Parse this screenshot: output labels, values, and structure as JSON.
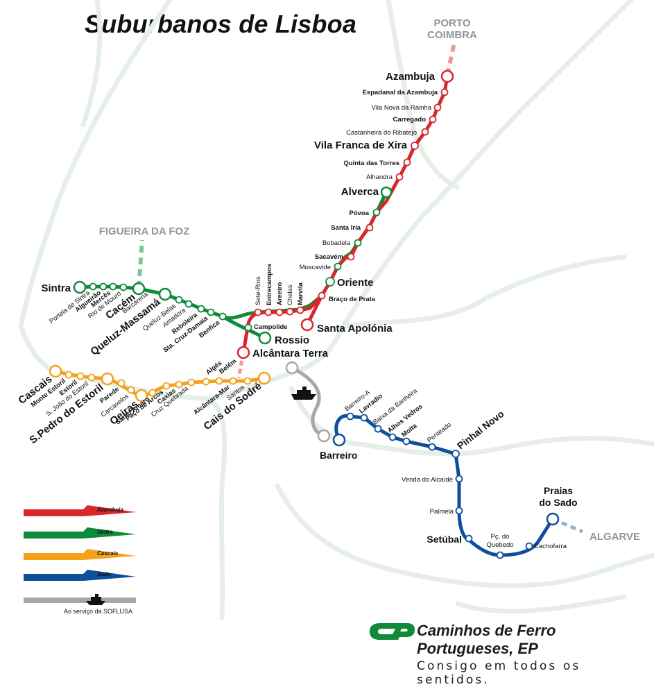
{
  "title": "Suburbanos de Lisboa",
  "colors": {
    "azambuja": "#d9262b",
    "sintra": "#0f8a3a",
    "cascais": "#f4a21c",
    "sado": "#0e4f9c",
    "ferry": "#a7a7a7",
    "land": "#e5efe8",
    "dashed_azambuja": "#ef9a9a",
    "dashed_sintra": "#7fc697",
    "dashed_sado": "#8fb2d6"
  },
  "destinations": {
    "porto_coimbra": [
      "PORTO",
      "COIMBRA"
    ],
    "figueira": "FIGUEIRA DA FOZ",
    "algarve": "ALGARVE"
  },
  "stations": {
    "azambuja": "Azambuja",
    "espadanal": "Espadanal da Azambuja",
    "vila_nova_rainha": "Vila Nova da Rainha",
    "carregado": "Carregado",
    "castanheira": "Castanheira do Ribatejo",
    "vila_franca": "Vila Franca de Xira",
    "quinta_torres": "Quinta das Torres",
    "alhandra": "Alhandra",
    "alverca": "Alverca",
    "povoa": "Póvoa",
    "santa_iria": "Santa Iria",
    "bobadela": "Bobadela",
    "sacavem": "Sacavém",
    "moscavide": "Moscavide",
    "oriente": "Oriente",
    "braco_prata": "Braço de Prata",
    "santa_apolonia": "Santa Apolónia",
    "sete_rios": "Sete-Rios",
    "entrecampos": "Entrecampos",
    "areeiro": "Areeiro",
    "chelas": "Chelas",
    "marvila": "Marvila",
    "campolide": "Campolide",
    "rossio": "Rossio",
    "alcantara_terra": "Alcântara Terra",
    "sintra": "Sintra",
    "portela_sintra": "Portela de Sintra",
    "algueirao": "Algueirão",
    "merces": "Mercês",
    "rio_mouro": "Rio de Mouro",
    "cacem": "Cacém",
    "barcarena": "Barcarena",
    "queluz_massama": "Queluz-Massamá",
    "queluz_belas": "Queluz-Belas",
    "amadora": "Amadora",
    "reboleira": "Reboleira",
    "sta_cruz_damaia": "Sta. Cruz-Damaia",
    "benfica": "Benfica",
    "cascais": "Cascais",
    "monte_estoril": "Monte Estoril",
    "estoril": "Estoril",
    "sao_joao_estoril": "S. João do Estoril",
    "sao_pedro_estoril": "S.Pedro do Estoril",
    "parede": "Parede",
    "carcavelos": "Carcavelos",
    "oeiras": "Oeiras",
    "santo_amaro": "Santo Amaro",
    "paco_arcos": "Paço de Arcos",
    "caxias": "Caxias",
    "cruz_quebrada": "Cruz Quebrada",
    "alges": "Algés",
    "belem": "Belém",
    "alcantara_mar": "Alcântara-Mar",
    "santos": "Santos",
    "cais_sodre": "Cais do Sodré",
    "barreiro": "Barreiro",
    "barreiro_a": "Barreiro-A",
    "lavradio": "Lavradio",
    "baixa_banheira": "Baixa da Banheira",
    "alhos_vedros": "Alhos Vedros",
    "moita": "Moita",
    "penteado": "Penteado",
    "pinhal_novo": "Pinhal Novo",
    "venda_alcaide": "Venda do Alcaíde",
    "palmela": "Palmela",
    "setubal": "Setúbal",
    "pc_quebedo": [
      "Pç. do",
      "Quebedo"
    ],
    "cachofarra": "Cachofarra",
    "praias_sado": [
      "Praias",
      "do Sado"
    ]
  },
  "legend": {
    "azambuja": "Azambuja",
    "sintra": "Sintra",
    "cascais": "Cascais",
    "sado": "Sado",
    "ferry": "Ao serviço da SOFLUSA"
  },
  "operator": {
    "name": "Caminhos de Ferro Portugueses, EP",
    "slogan": "Consigo em todos os sentidos."
  }
}
